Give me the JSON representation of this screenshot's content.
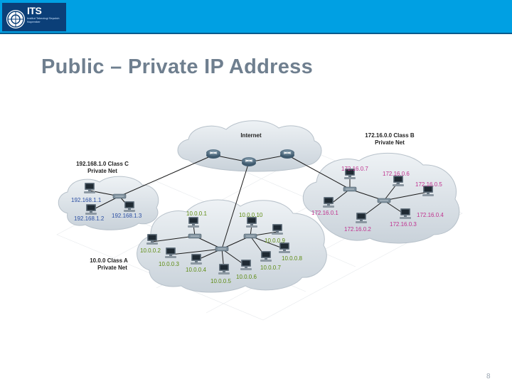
{
  "header": {
    "brand": "ITS",
    "brand_sub": "Institut Teknologi Sepuluh Nopember"
  },
  "slide": {
    "title": "Public – Private IP Address",
    "page_number": "8"
  },
  "diagram": {
    "internet_label": "Internet",
    "class_b_title_1": "172.16.0.0 Class B",
    "class_b_title_2": "Private Net",
    "class_c_title_1": "192.168.1.0 Class C",
    "class_c_title_2": "Private Net",
    "class_a_title_1": "10.0.0 Class A",
    "class_a_title_2": "Private Net",
    "class_a_hosts": [
      "10.0.0.1",
      "10.0.0.10",
      "10.0.0.9",
      "10.0.0.2",
      "10.0.0.8",
      "10.0.0.3",
      "10.0.0.4",
      "10.0.0.7",
      "10.0.0.6",
      "10.0.0.5"
    ],
    "class_b_hosts": [
      "172.16.0.7",
      "172.16.0.6",
      "172.16.0.5",
      "172.16.0.1",
      "172.16.0.4",
      "172.16.0.2",
      "172.16.0.3"
    ],
    "class_c_hosts": [
      "192.168.1.1",
      "192.168.1.2",
      "192.168.1.3"
    ],
    "colors": {
      "class_a": "#5e8c12",
      "class_b": "#c0328f",
      "class_c": "#2b4fa3",
      "cloud": "#d8dee4",
      "banner": "#00a0e3"
    }
  }
}
